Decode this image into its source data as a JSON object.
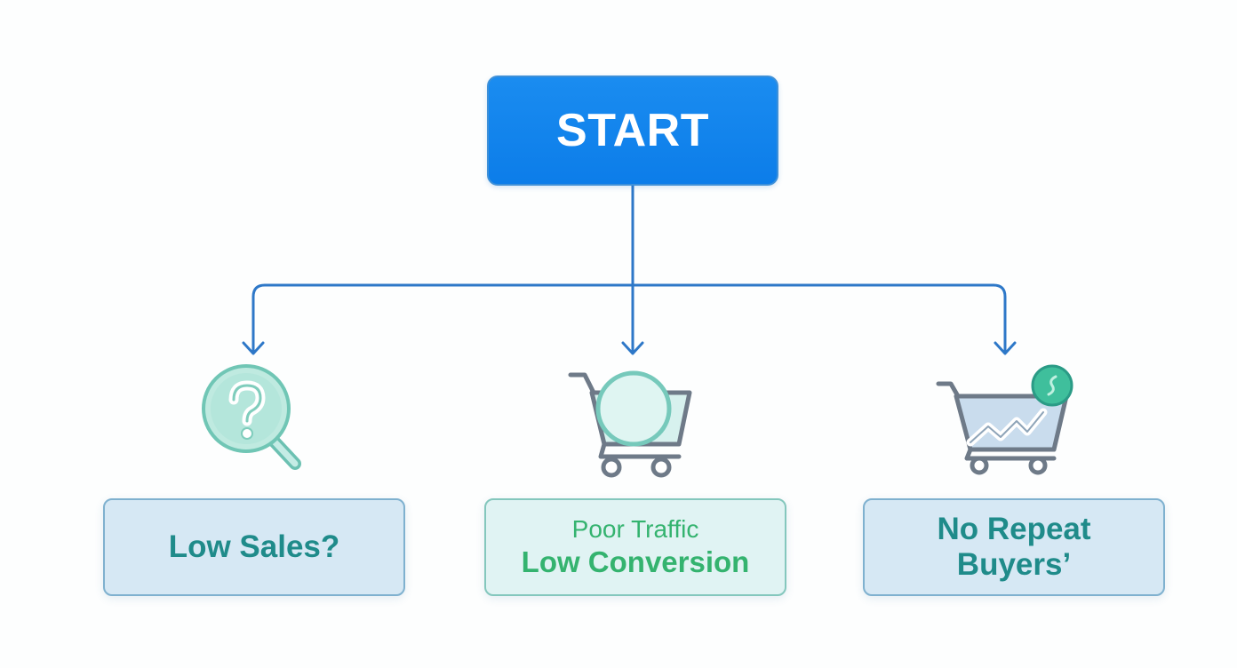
{
  "start": {
    "label": "START"
  },
  "branches": [
    {
      "icon": "magnifier-question-icon",
      "lines": [
        "Low Sales?"
      ]
    },
    {
      "icon": "shopping-cart-icon",
      "lines": [
        "Poor Traffic",
        "Low Conversion"
      ]
    },
    {
      "icon": "cart-chart-coin-icon",
      "lines": [
        "No Repeat",
        "Buyers’"
      ]
    }
  ],
  "colors": {
    "start_fill": "#0c7de9",
    "connector": "#2e78c8",
    "teal_text": "#1f8b8a",
    "green_text": "#34b36f",
    "box_fill": "#d6e8f4",
    "box_mid_fill": "#e0f3f3"
  }
}
